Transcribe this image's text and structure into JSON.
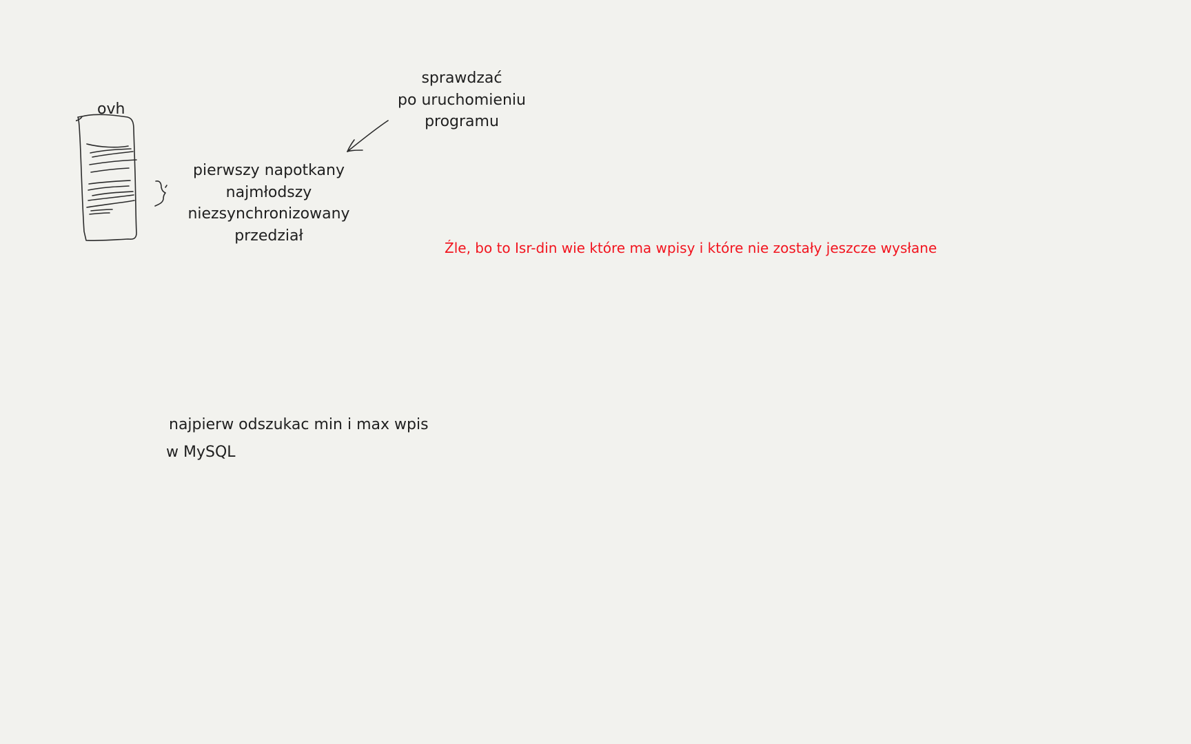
{
  "labels": {
    "ovh": "ovh",
    "check_note": {
      "line1": "sprawdzać",
      "line2": "po uruchomieniu",
      "line3": "programu"
    },
    "first_interval": {
      "line1": "pierwszy napotkany",
      "line2": "najmłodszy",
      "line3": "niezsynchronizowany",
      "line4": "przedział"
    },
    "correction": "Źle, bo to Isr-din wie które ma wpisy i które nie zostały jeszcze wysłane",
    "mysql_note": {
      "line1": "najpierw odszukac min i max wpis",
      "line2": "w MySQL"
    }
  },
  "colors": {
    "background": "#f2f2ee",
    "ink": "#1f1f1f",
    "correction": "#f2141e"
  },
  "icons": {
    "server": "server-rack-sketch",
    "brace": "right-brace-sketch",
    "arrow": "arrow-down-left-sketch"
  }
}
